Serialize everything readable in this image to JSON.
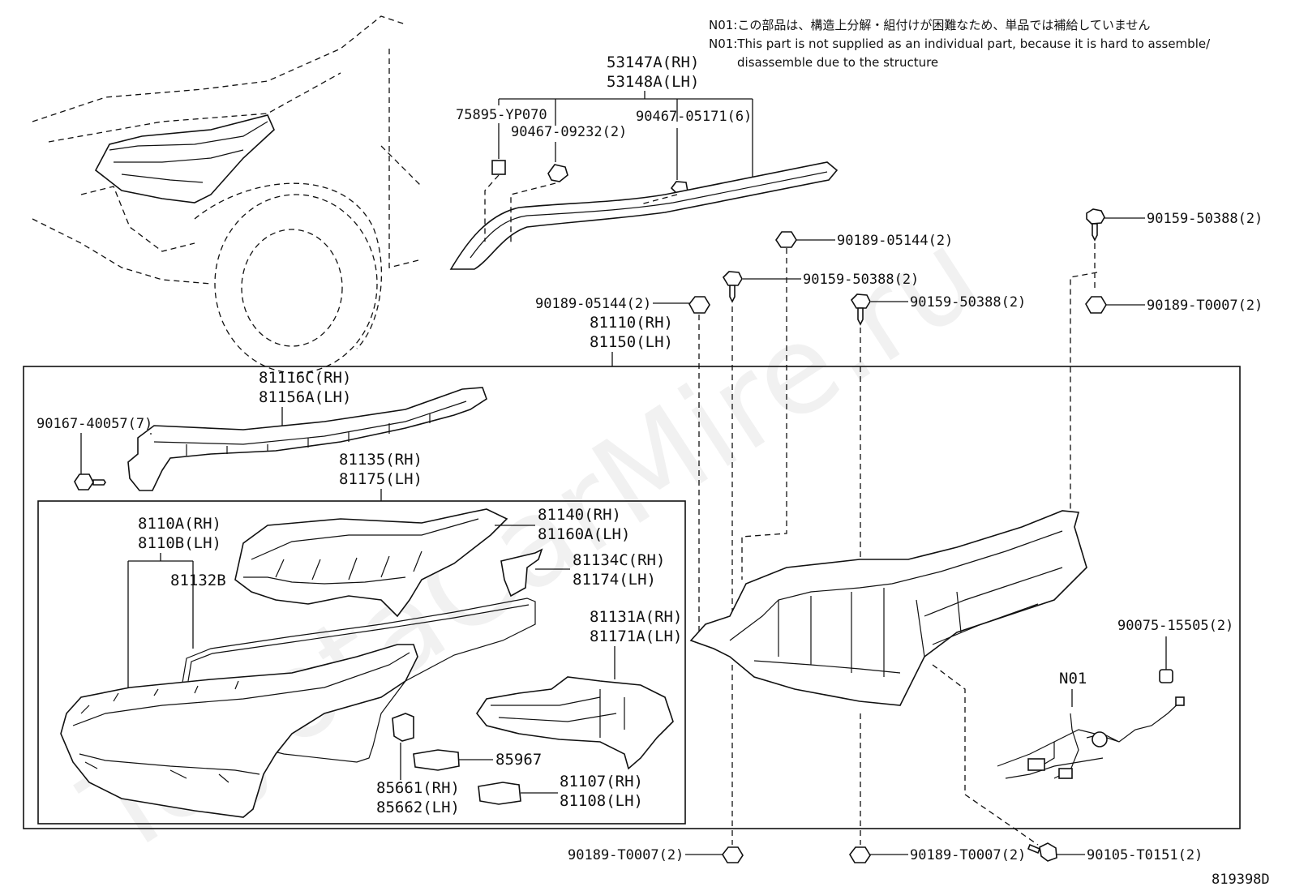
{
  "notes": {
    "jp": "N01:この部品は、構造上分解・組付けが困難なため、単品では補給していません",
    "en_line1": "N01:This part is not supplied as an individual part, because it is hard to assemble/",
    "en_line2": "disassemble due to the structure"
  },
  "watermark": "ToyotaCarMire.ru",
  "diagram_id": "819398D",
  "labels": {
    "p53147": "53147A(RH)",
    "p53148": "53148A(LH)",
    "p75895": "75895-YP070",
    "p90467_09232": "90467-09232(2)",
    "p90467_05171": "90467-05171(6)",
    "p90159_tr": "90159-50388(2)",
    "p90189_05144_top": "90189-05144(2)",
    "p90159_mid": "90159-50388(2)",
    "p90159_mid2": "90159-50388(2)",
    "p90189_05144_left": "90189-05144(2)",
    "p90189_t0007_r": "90189-T0007(2)",
    "p81110": "81110(RH)",
    "p81150": "81150(LH)",
    "p81116": "81116C(RH)",
    "p81156": "81156A(LH)",
    "p90167": "90167-40057(7)",
    "p81135": "81135(RH)",
    "p81175": "81175(LH)",
    "p8110a": "8110A(RH)",
    "p8110b": "8110B(LH)",
    "p81132": "81132B",
    "p81140": "81140(RH)",
    "p81160": "81160A(LH)",
    "p81134": "81134C(RH)",
    "p81174": "81174(LH)",
    "p81131": "81131A(RH)",
    "p81171": "81171A(LH)",
    "p85967": "85967",
    "p85661": "85661(RH)",
    "p85662": "85662(LH)",
    "p81107": "81107(RH)",
    "p81108": "81108(LH)",
    "p90075": "90075-15505(2)",
    "n01": "N01",
    "p90189_t0007_b1": "90189-T0007(2)",
    "p90189_t0007_b2": "90189-T0007(2)",
    "p90105": "90105-T0151(2)"
  }
}
